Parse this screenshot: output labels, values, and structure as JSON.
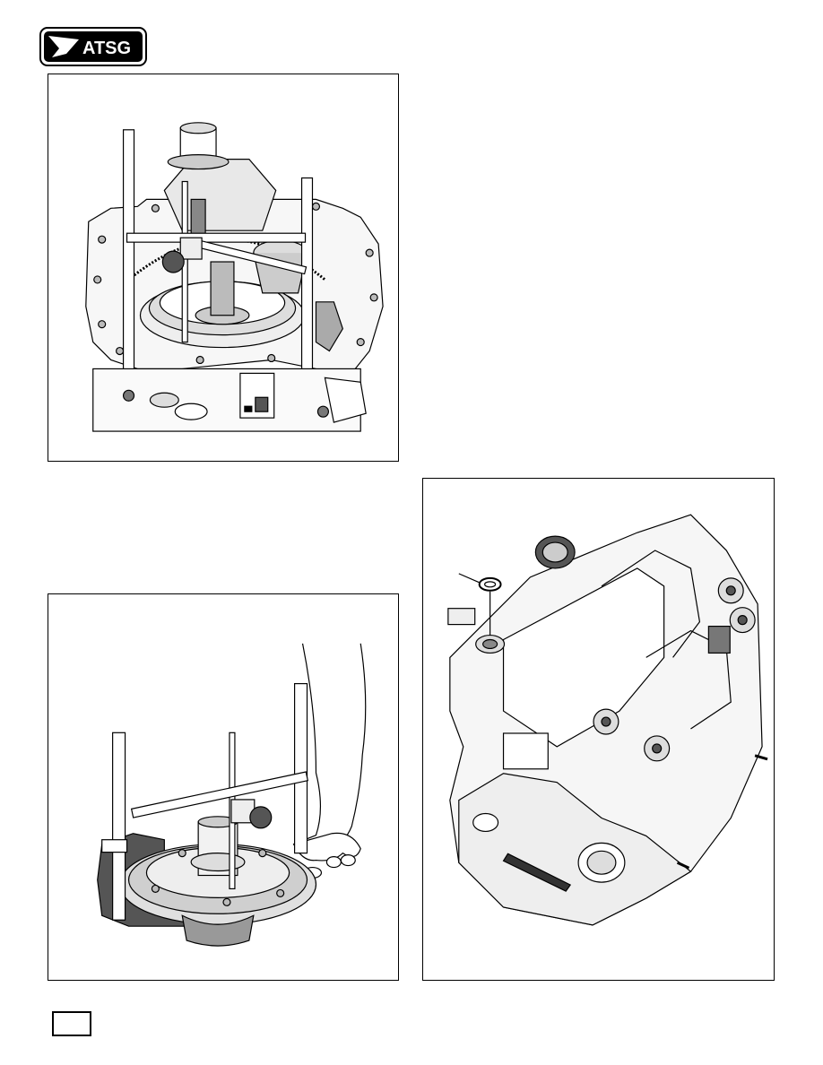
{
  "logo": {
    "text": "ATSG"
  },
  "figures": [
    {
      "id": "fig-a",
      "subject": "differential-carrier-with-bearing-gauge-fixture"
    },
    {
      "id": "fig-b",
      "subject": "pump-assembly-with-measuring-fixture-and-hand"
    },
    {
      "id": "fig-c",
      "subject": "transmission-case-with-axle-seal"
    }
  ],
  "page_number": {
    "text": ""
  },
  "colors": {
    "line": "#000000",
    "fill_light": "#f2f2f2",
    "fill_mid": "#cfcfcf",
    "fill_dark": "#8a8a8a"
  }
}
